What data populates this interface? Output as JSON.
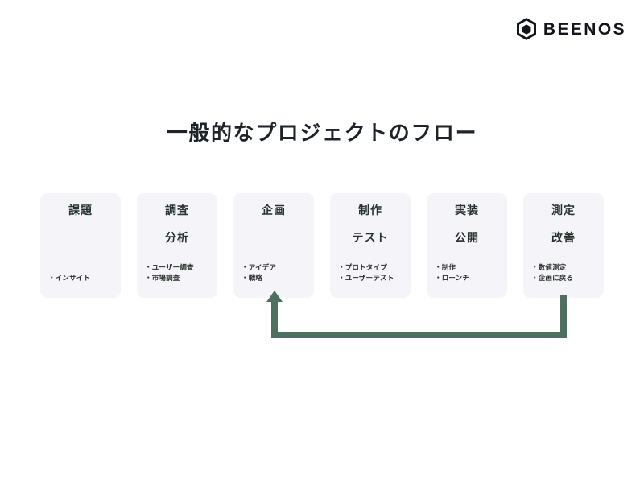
{
  "brand": {
    "logo_icon": "beenos-hexagon-icon",
    "wordmark": "BEENOS"
  },
  "slide": {
    "title": "一般的なプロジェクトのフロー",
    "background_color": "#FFFFFF",
    "card_color": "#F4F4F9",
    "arrow_color": "#4E7060",
    "title_color": "#1D2329"
  },
  "flow": {
    "steps": [
      {
        "headings": [
          "課題"
        ],
        "bullets": [
          "・インサイト"
        ]
      },
      {
        "headings": [
          "調査",
          "分析"
        ],
        "bullets": [
          "・ユーザー調査",
          "・市場調査"
        ]
      },
      {
        "headings": [
          "企画"
        ],
        "bullets": [
          "・アイデア",
          "・戦略"
        ]
      },
      {
        "headings": [
          "制作",
          "テスト"
        ],
        "bullets": [
          "・プロトタイプ",
          "・ユーザーテスト"
        ]
      },
      {
        "headings": [
          "実装",
          "公開"
        ],
        "bullets": [
          "・制作",
          "・ローンチ"
        ]
      },
      {
        "headings": [
          "測定",
          "改善"
        ],
        "bullets": [
          "・数値測定",
          "・企画に戻る"
        ]
      }
    ],
    "feedback_loop": {
      "from_step_index": 5,
      "to_step_index": 2,
      "label": ""
    }
  }
}
